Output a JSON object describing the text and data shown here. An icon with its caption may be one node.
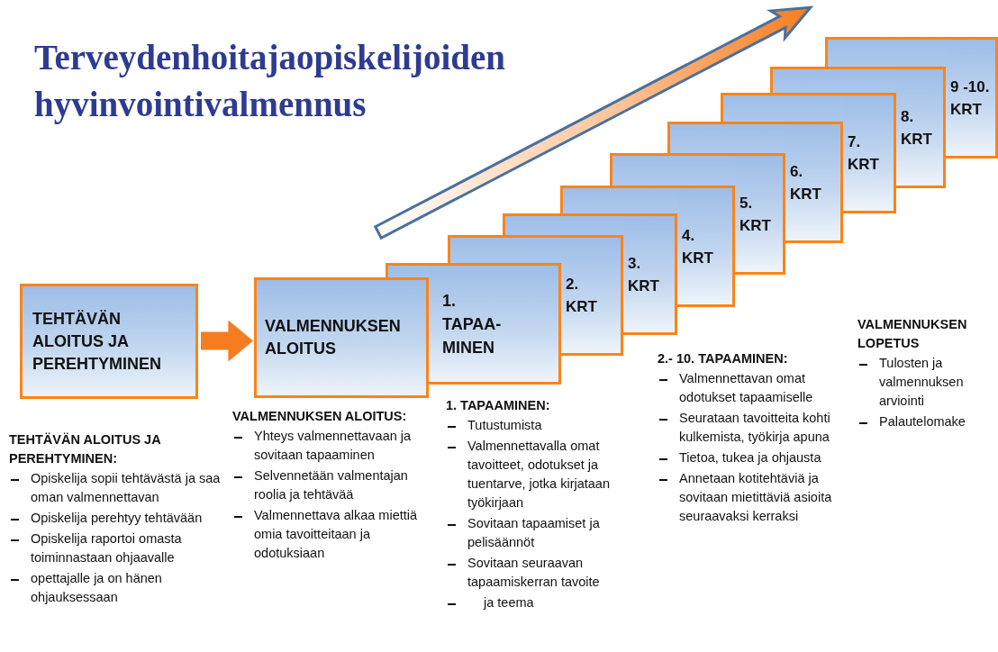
{
  "diagram": {
    "title": "Terveydenhoitajaopiskelijoiden hyvinvointivalmennus",
    "nodes": [
      {
        "text": [
          "TEHTÄVÄN ALOITUS JA PEREHTYMINEN"
        ]
      },
      {
        "text": [
          "VALMENNUKSEN ALOITUS"
        ]
      },
      {
        "text": [
          "1. TAPAA-MINEN"
        ]
      },
      {
        "text": [
          "2. KRT"
        ]
      },
      {
        "text": [
          "3. KRT"
        ]
      },
      {
        "text": [
          "4. KRT"
        ]
      },
      {
        "text": [
          "5. KRT"
        ]
      },
      {
        "text": [
          "6. KRT"
        ]
      },
      {
        "text": [
          "7. KRT"
        ]
      },
      {
        "text": [
          "8. KRT"
        ]
      },
      {
        "text": [
          "9 -10. KRT"
        ]
      }
    ],
    "edges": [
      {
        "from": 0,
        "to": 1,
        "arrow": "to"
      }
    ],
    "labels": [
      "TEHTÄVÄN ALOITUS JA PEREHTYMINEN:",
      "Opiskelija sopii tehtävästä ja saa oman valmennettavan",
      "Opiskelija perehtyy tehtävään",
      "Opiskelija raportoi omasta toiminnastaan ohjaavalle",
      "opettajalle ja on hänen ohjauksessaan",
      "VALMENNUKSEN ALOITUS:",
      "Yhteys valmennettavaan ja sovitaan tapaaminen",
      "Selvennetään valmentajan roolia ja tehtävää",
      "Valmennettava alkaa miettiä omia tavoitteitaan ja odotuksiaan",
      "1. TAPAAMINEN:",
      "Tutustumista",
      "Valmennettavalla omat tavoitteet, odotukset ja tuentarve, jotka kirjataan työkirjaan",
      "Sovitaan tapaamiset ja pelisäännöt",
      "Sovitaan seuraavan tapaamiskerran tavoite",
      "ja teema",
      "2.- 10. TAPAAMINEN:",
      "Valmennettavan omat odotukset tapaamiselle",
      "Seurataan tavoitteita kohti kulkemista, työkirja apuna",
      "Tietoa, tukea ja ohjausta",
      "Annetaan kotitehtäviä ja sovitaan mietittäviä asioita seuraavaksi kerraksi",
      "VALMENNUKSEN LOPETUS",
      "Tulosten ja valmennuksen arviointi",
      "Palautelomake"
    ]
  }
}
